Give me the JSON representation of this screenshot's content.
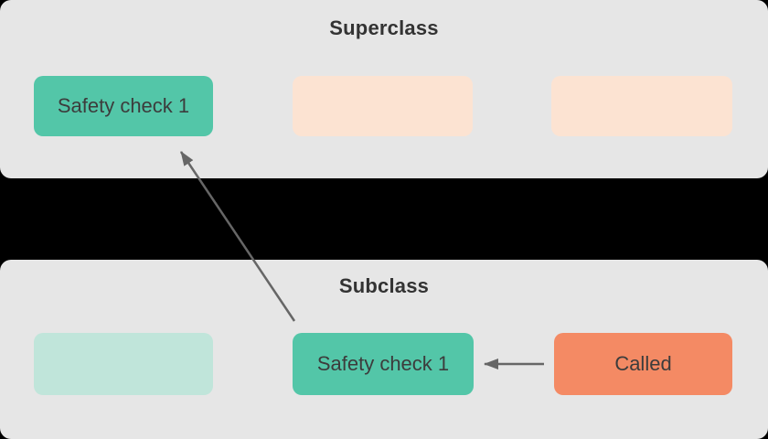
{
  "superclass_panel": {
    "title": "Superclass",
    "boxes": [
      {
        "label": "Safety check 1",
        "color": "teal"
      },
      {
        "label": "",
        "color": "peach"
      },
      {
        "label": "",
        "color": "peach"
      }
    ]
  },
  "subclass_panel": {
    "title": "Subclass",
    "boxes": [
      {
        "label": "",
        "color": "mint"
      },
      {
        "label": "Safety check 1",
        "color": "teal"
      },
      {
        "label": "Called",
        "color": "coral"
      }
    ]
  },
  "arrows": [
    {
      "name": "override-arrow",
      "from": "subclass Safety check 1",
      "to": "superclass Safety check 1"
    },
    {
      "name": "call-arrow",
      "from": "Called",
      "to": "subclass Safety check 1"
    }
  ],
  "colors": {
    "background": "#000000",
    "panel_bg": "#e6e6e6",
    "teal": "#53c6a8",
    "peach": "#fce3d2",
    "mint": "#c0e5da",
    "coral": "#f48a64",
    "arrow": "#666666",
    "title_text": "#333333",
    "box_text": "#3c3c3c"
  }
}
